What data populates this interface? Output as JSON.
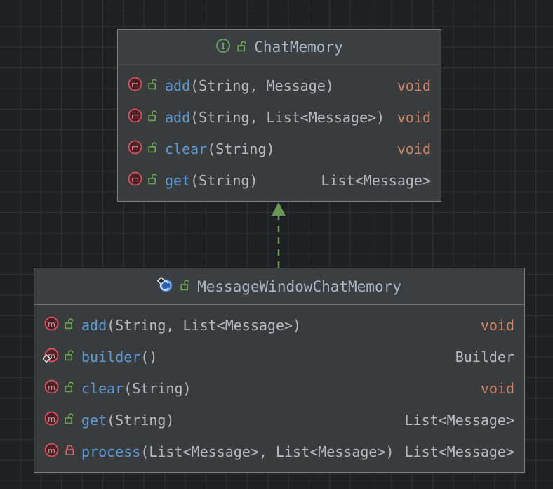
{
  "diagram": {
    "type": "uml-class-diagram",
    "background": "#1e2023",
    "grid_color": "#303337",
    "colors": {
      "box_fill": "#3c3f41",
      "body_fill": "#393b3d",
      "border": "#7e8183",
      "title_text": "#a9b7c6",
      "method_name": "#5d9cd6",
      "params_text": "#b6bcc4",
      "void_type": "#cd8468",
      "ref_type": "#b6bcc4",
      "interface_icon": "#5a9c5a",
      "class_icon": "#3a74c4",
      "method_icon": "#d9535f",
      "public_lock": "#6aa84f",
      "private_lock": "#e06c75",
      "relation_arrow": "#6a9955"
    },
    "relations": [
      {
        "name": "realization",
        "from": "MessageWindowChatMemory",
        "to": "ChatMemory",
        "line_style": "dashed",
        "arrow": "closed-triangle",
        "color": "#6a9955"
      }
    ]
  },
  "interface_box": {
    "name": "ChatMemory",
    "stereotype": "interface",
    "type_icon": "interface-icon",
    "visibility_icon": "unlock-icon",
    "visibility": "public",
    "members": [
      {
        "icon": "method-icon",
        "lock": "unlock-icon",
        "visibility": "public",
        "static": false,
        "name": "add",
        "params": "(String, Message)",
        "return": "void",
        "return_kind": "void"
      },
      {
        "icon": "method-icon",
        "lock": "unlock-icon",
        "visibility": "public",
        "static": false,
        "name": "add",
        "params": "(String, List<Message>)",
        "return": "void",
        "return_kind": "void"
      },
      {
        "icon": "method-icon",
        "lock": "unlock-icon",
        "visibility": "public",
        "static": false,
        "name": "clear",
        "params": "(String)",
        "return": "void",
        "return_kind": "void"
      },
      {
        "icon": "method-icon",
        "lock": "unlock-icon",
        "visibility": "public",
        "static": false,
        "name": "get",
        "params": "(String)",
        "return": "List<Message>",
        "return_kind": "type"
      }
    ]
  },
  "class_box": {
    "name": "MessageWindowChatMemory",
    "stereotype": "class",
    "type_icon": "class-icon",
    "visibility_icon": "unlock-icon",
    "visibility": "public",
    "members": [
      {
        "icon": "method-icon",
        "lock": "unlock-icon",
        "visibility": "public",
        "static": false,
        "name": "add",
        "params": "(String, List<Message>)",
        "return": "void",
        "return_kind": "void"
      },
      {
        "icon": "method-icon-static",
        "lock": "unlock-icon",
        "visibility": "public",
        "static": true,
        "name": "builder",
        "params": "()",
        "return": "Builder",
        "return_kind": "type"
      },
      {
        "icon": "method-icon",
        "lock": "unlock-icon",
        "visibility": "public",
        "static": false,
        "name": "clear",
        "params": "(String)",
        "return": "void",
        "return_kind": "void"
      },
      {
        "icon": "method-icon",
        "lock": "unlock-icon",
        "visibility": "public",
        "static": false,
        "name": "get",
        "params": "(String)",
        "return": "List<Message>",
        "return_kind": "type"
      },
      {
        "icon": "method-icon",
        "lock": "lock-icon",
        "visibility": "private",
        "static": false,
        "name": "process",
        "params": "(List<Message>, List<Message>)",
        "return": "List<Message>",
        "return_kind": "type"
      }
    ]
  }
}
